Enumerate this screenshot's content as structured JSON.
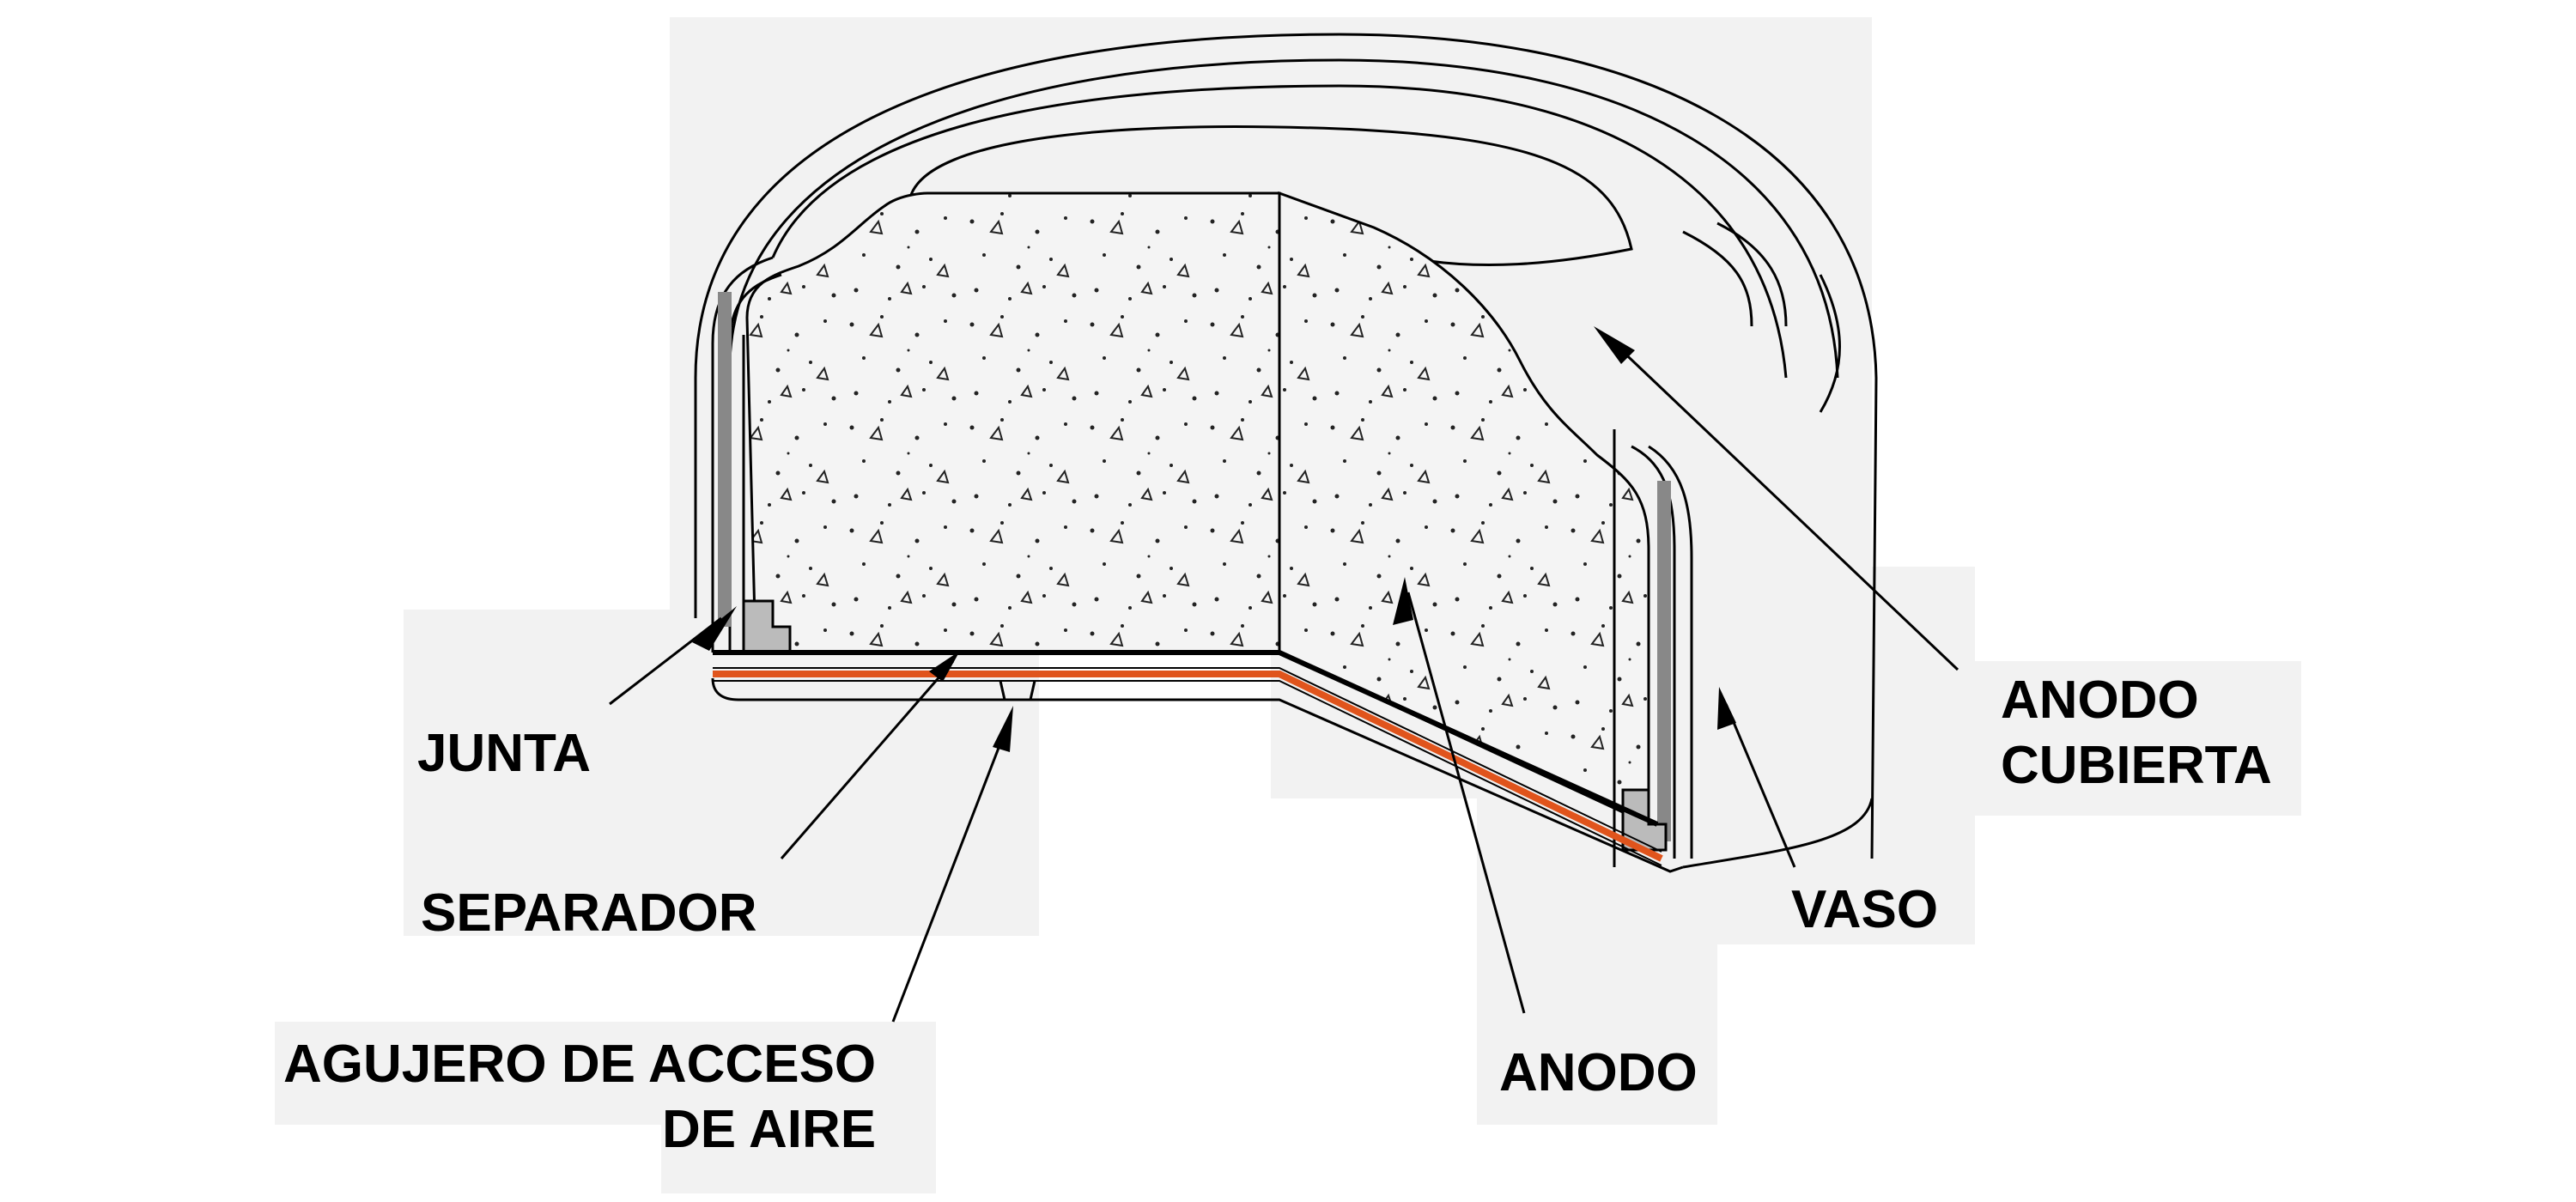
{
  "labels": {
    "junta": "JUNTA",
    "separador": "SEPARADOR",
    "agujero_line1": "AGUJERO DE ACCESO",
    "agujero_line2": "DE AIRE",
    "anodo": "ANODO",
    "vaso": "VASO",
    "anodo_cubierta_line1": "ANODO",
    "anodo_cubierta_line2": "CUBIERTA"
  },
  "colors": {
    "panel": "#f2f2f2",
    "line": "#000000",
    "separator_accent": "#e0541c",
    "fill": "#f4f4f4"
  }
}
